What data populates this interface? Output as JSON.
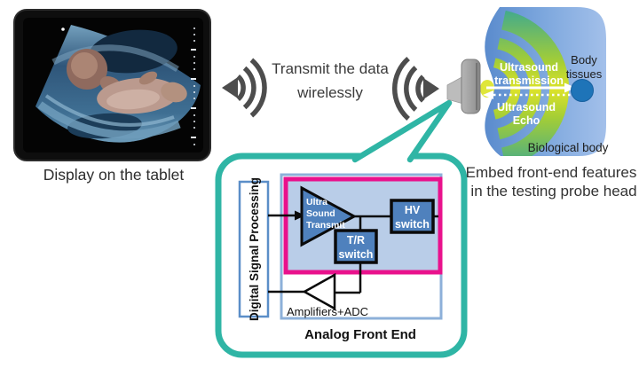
{
  "tablet": {
    "caption": "Display on the tablet"
  },
  "wireless": {
    "line1": "Transmit the data",
    "line2": "wirelessly"
  },
  "probe_scene": {
    "transmission": {
      "line1": "Ultrasound",
      "line2": "transmission"
    },
    "echo": {
      "line1": "Ultrasound",
      "line2": "Echo"
    },
    "body_tissues": {
      "line1": "Body",
      "line2": "tissues"
    },
    "biological_body": "Biological body",
    "caption": {
      "line1": "Embed front-end features",
      "line2": "in the testing probe head"
    }
  },
  "block_diagram": {
    "dsp": "Digital Signal Processing",
    "transmit": {
      "line1": "Ultra",
      "line2": "Sound",
      "line3": "Transmit"
    },
    "tr_switch": {
      "line1": "T/R",
      "line2": "switch"
    },
    "hv_switch": {
      "line1": "HV",
      "line2": "switch"
    },
    "amplifiers": "Amplifiers+ADC",
    "afe": "Analog Front End"
  },
  "colors": {
    "teal": "#2fb5a5",
    "pink": "#e9118c",
    "block_blue": "#4f81bd",
    "light_blue": "#b9cde8",
    "tissue_blue": "#1e74b8",
    "icon_gray": "#4d4d4d"
  }
}
